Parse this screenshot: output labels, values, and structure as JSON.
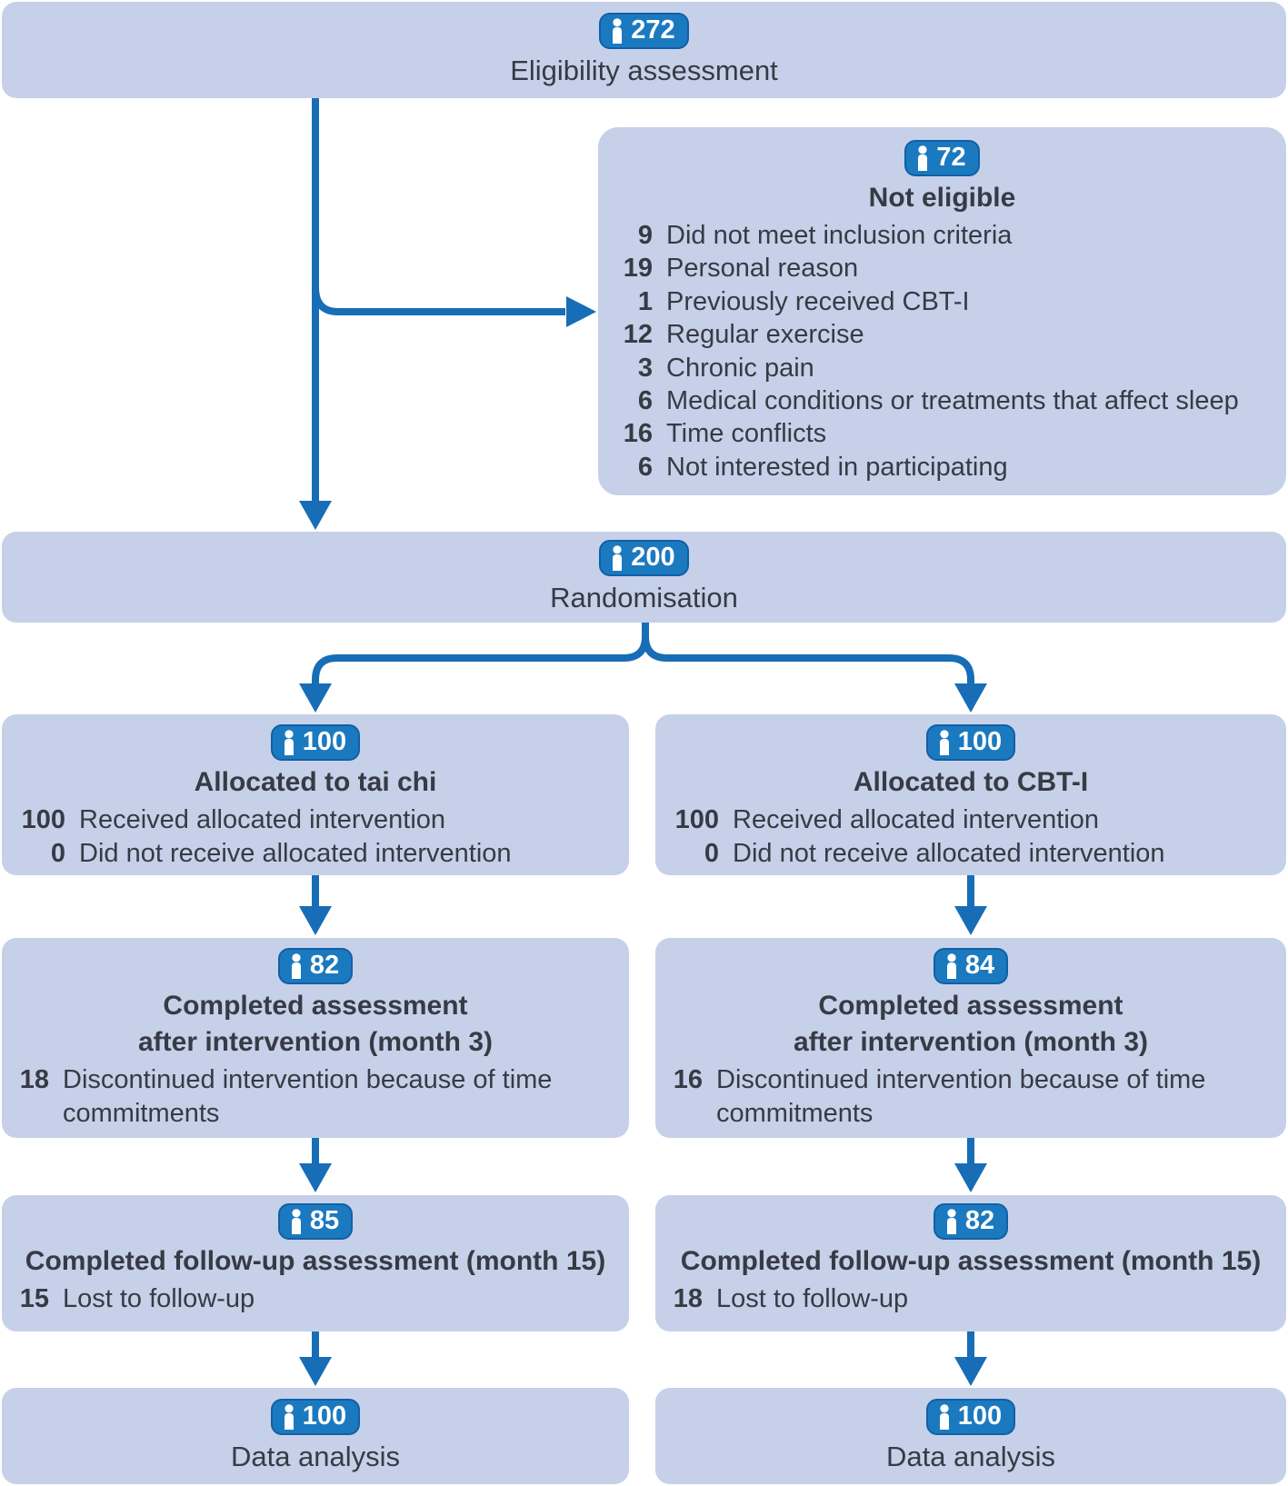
{
  "colors": {
    "box_background": "#c6d0e9",
    "arrow_blue": "#176db6",
    "badge_background": "#1b79c0",
    "badge_border": "#1060a6",
    "text": "#363b44",
    "badge_text": "#ffffff"
  },
  "eligibility": {
    "count": "272",
    "label": "Eligibility assessment"
  },
  "not_eligible": {
    "count": "72",
    "title": "Not eligible",
    "items": [
      {
        "n": "9",
        "label": "Did not meet inclusion criteria"
      },
      {
        "n": "19",
        "label": "Personal reason"
      },
      {
        "n": "1",
        "label": "Previously received CBT-I"
      },
      {
        "n": "12",
        "label": "Regular exercise"
      },
      {
        "n": "3",
        "label": "Chronic pain"
      },
      {
        "n": "6",
        "label": "Medical conditions or treatments that affect sleep"
      },
      {
        "n": "16",
        "label": "Time conflicts"
      },
      {
        "n": "6",
        "label": "Not interested in participating"
      }
    ]
  },
  "randomisation": {
    "count": "200",
    "label": "Randomisation"
  },
  "columns": [
    {
      "id": "tai-chi",
      "allocation": {
        "count": "100",
        "title": "Allocated to tai chi",
        "items": [
          {
            "n": "100",
            "label": "Received allocated intervention"
          },
          {
            "n": "0",
            "label": "Did not receive allocated intervention"
          }
        ]
      },
      "month3": {
        "count": "82",
        "title1": "Completed assessment",
        "title2": "after intervention (month 3)",
        "items": [
          {
            "n": "18",
            "label": "Discontinued intervention because of time commitments"
          }
        ]
      },
      "followup": {
        "count": "85",
        "title": "Completed follow-up assessment (month 15)",
        "items": [
          {
            "n": "15",
            "label": "Lost to follow-up"
          }
        ]
      },
      "analysis": {
        "count": "100",
        "label": "Data analysis"
      }
    },
    {
      "id": "cbt-i",
      "allocation": {
        "count": "100",
        "title": "Allocated to CBT-I",
        "items": [
          {
            "n": "100",
            "label": "Received allocated intervention"
          },
          {
            "n": "0",
            "label": "Did not receive allocated intervention"
          }
        ]
      },
      "month3": {
        "count": "84",
        "title1": "Completed assessment",
        "title2": "after intervention (month 3)",
        "items": [
          {
            "n": "16",
            "label": "Discontinued intervention because of time commitments"
          }
        ]
      },
      "followup": {
        "count": "82",
        "title": "Completed follow-up assessment (month 15)",
        "items": [
          {
            "n": "18",
            "label": "Lost to follow-up"
          }
        ]
      },
      "analysis": {
        "count": "100",
        "label": "Data analysis"
      }
    }
  ]
}
